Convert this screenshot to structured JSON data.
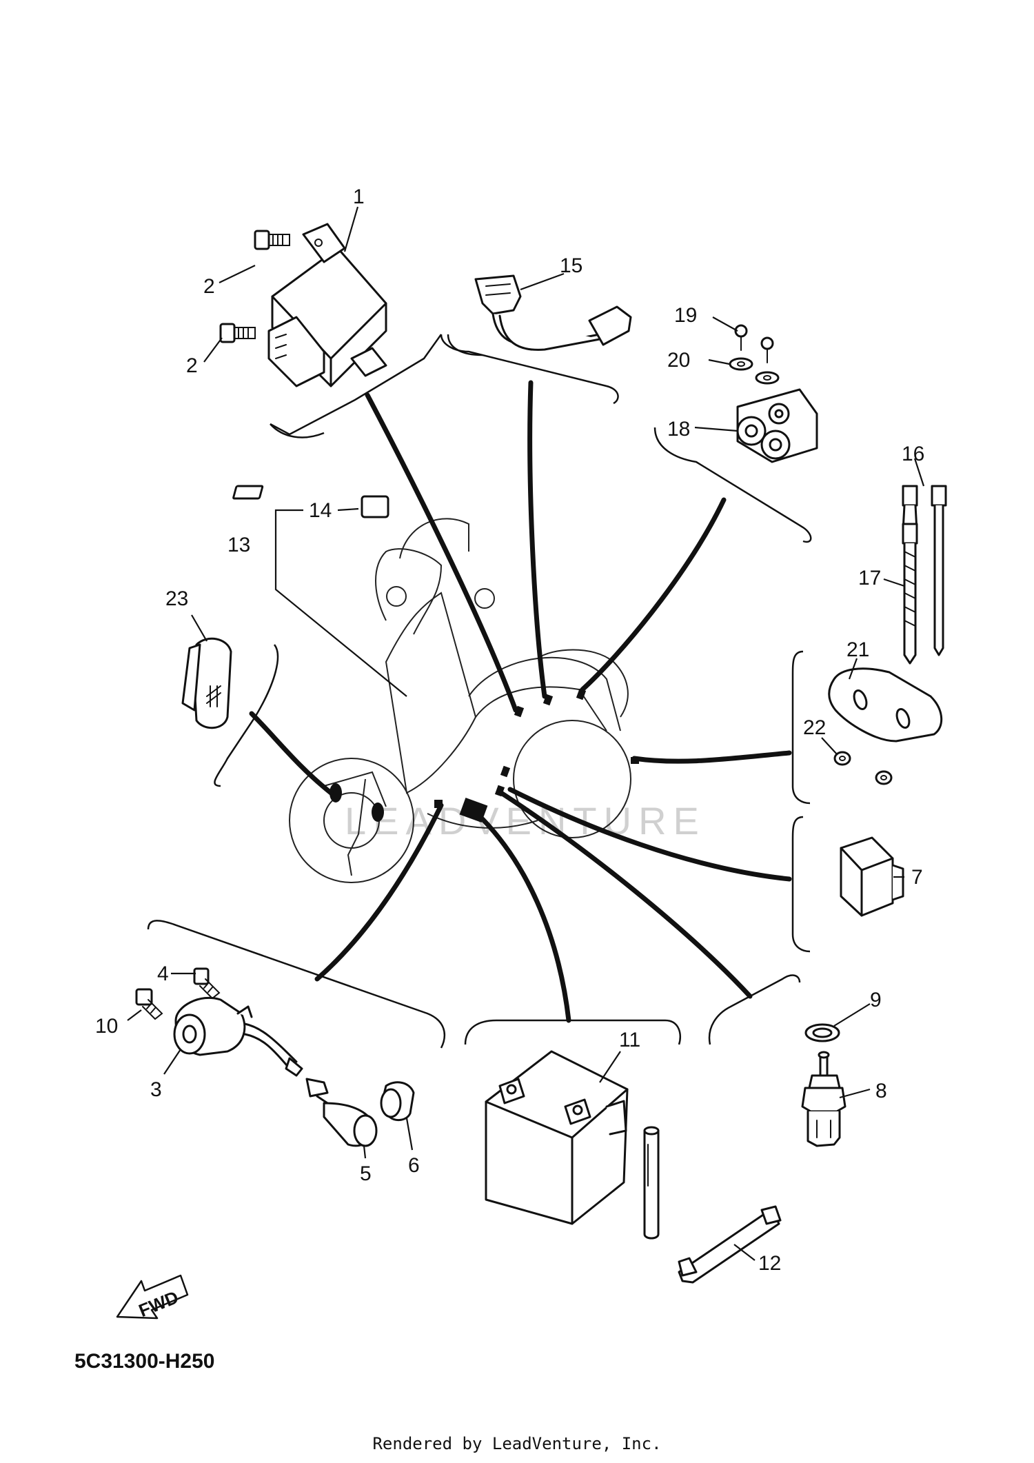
{
  "diagram": {
    "code": "5C31300-H250",
    "credit": "Rendered by LeadVenture, Inc.",
    "watermark": "LEADVENTURE",
    "direction_label": "FWD",
    "callouts": [
      "1",
      "2",
      "2",
      "3",
      "4",
      "5",
      "6",
      "7",
      "8",
      "9",
      "10",
      "11",
      "12",
      "13",
      "14",
      "15",
      "16",
      "17",
      "18",
      "19",
      "20",
      "21",
      "22",
      "23"
    ]
  }
}
